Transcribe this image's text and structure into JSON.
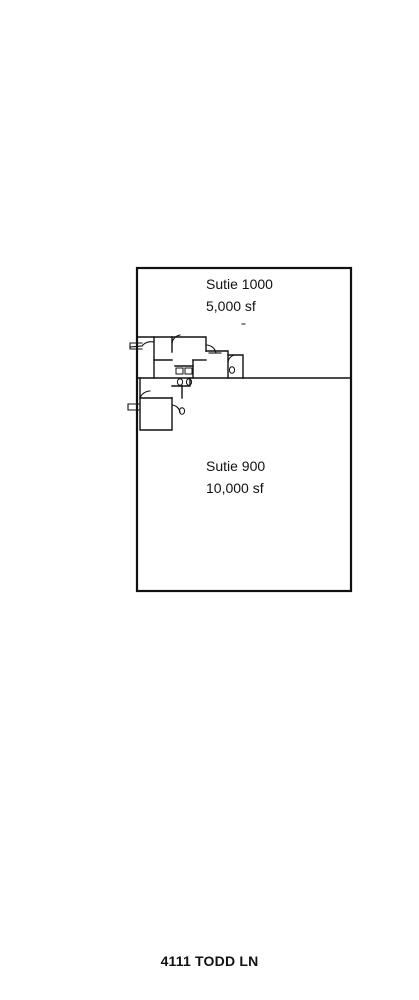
{
  "plan": {
    "suites": [
      {
        "name": "Sutie 1000",
        "area": "5,000 sf"
      },
      {
        "name": "Sutie 900",
        "area": "10,000 sf"
      }
    ],
    "address": "4111 TODD LN"
  },
  "colors": {
    "wall": "#111111",
    "background": "#ffffff"
  }
}
